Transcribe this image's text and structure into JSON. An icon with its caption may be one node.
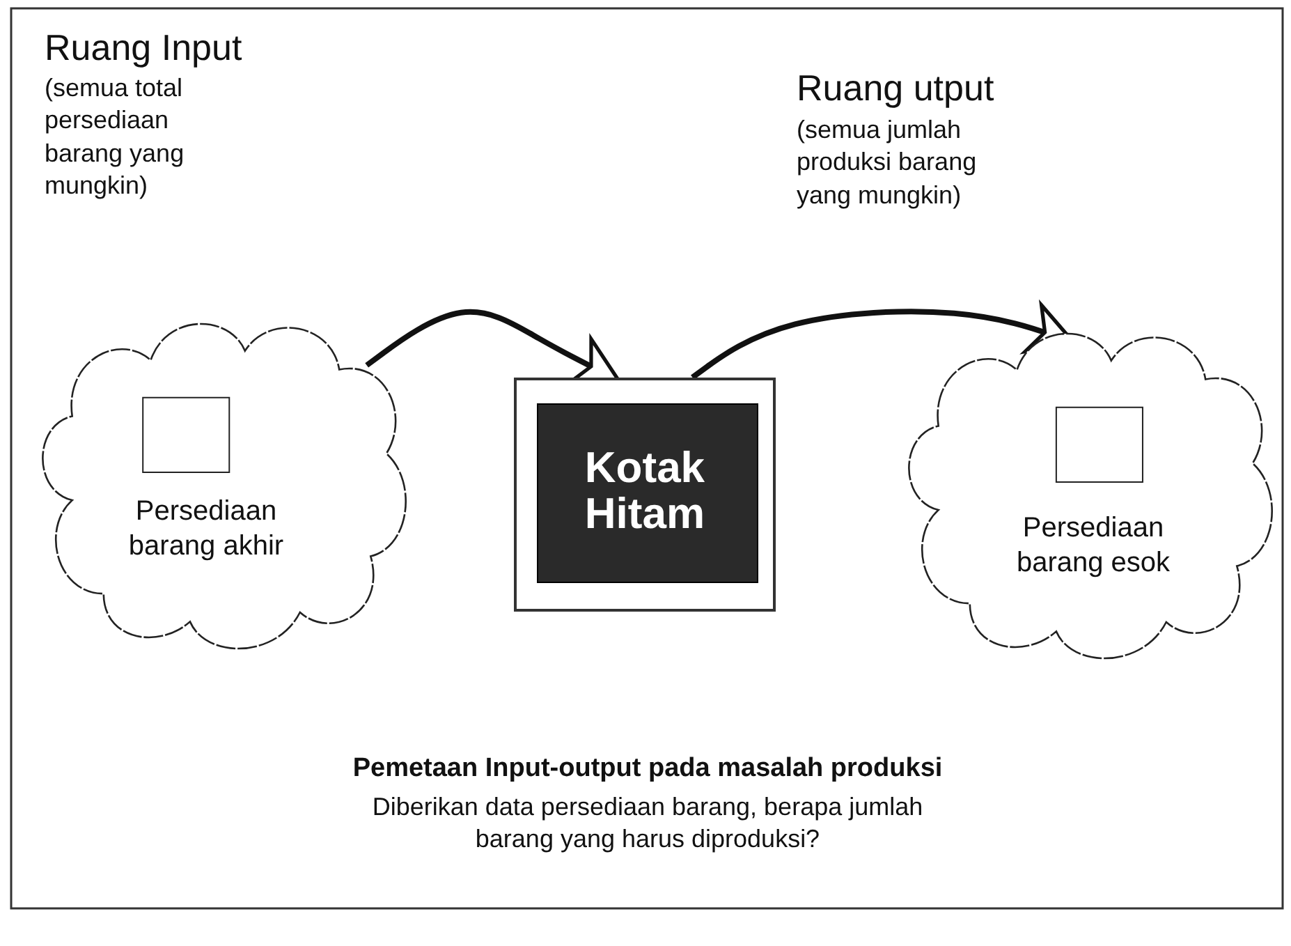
{
  "diagram": {
    "caption": "Pemetaan Input-output pada masalah produksi",
    "nodes": [
      {
        "text": [
          "Persediaan barang akhir"
        ]
      },
      {
        "text": [
          "Kotak Hitam"
        ]
      },
      {
        "text": [
          "Persediaan barang esok"
        ]
      }
    ],
    "edges": [
      {
        "from": 0,
        "to": 1,
        "arrow": "to"
      },
      {
        "from": 1,
        "to": 2,
        "arrow": "to"
      }
    ],
    "labels": [
      "Ruang Input",
      "(semua total persediaan barang yang mungkin)",
      "Ruang utput",
      "(semua jumlah produksi barang yang mungkin)",
      "Diberikan data persediaan barang, berapa jumlah barang yang harus diproduksi?"
    ]
  }
}
